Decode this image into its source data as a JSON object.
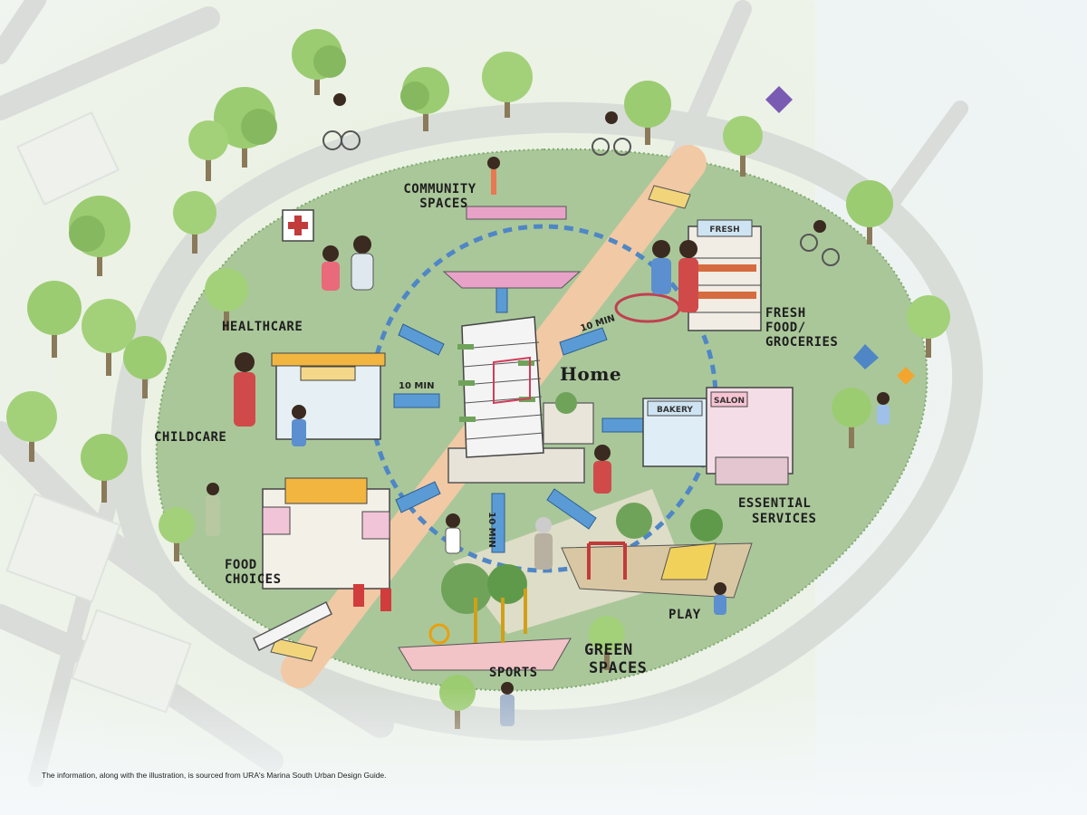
{
  "labels": {
    "community_spaces": [
      "COMMUNITY",
      "SPACES"
    ],
    "healthcare": "HEALTHCARE",
    "childcare": "CHILDCARE",
    "food_choices": [
      "FOOD",
      "CHOICES"
    ],
    "fresh_food": [
      "FRESH",
      "FOOD/",
      "GROCERIES"
    ],
    "essential_services": [
      "ESSENTIAL",
      "SERVICES"
    ],
    "play": "PLAY",
    "green_spaces": [
      "GREEN",
      "SPACES"
    ],
    "sports": "SPORTS",
    "home": "Home"
  },
  "walk_time": {
    "east": "10 MIN",
    "west": "10 MIN",
    "south": "10 MIN"
  },
  "shop_signs": {
    "fresh": "FRESH",
    "bakery": "BAKERY",
    "salon": "SALON"
  },
  "footnote": "The information, along with the illustration, is sourced from URA's Marina South Urban Design Guide.",
  "colors": {
    "park": "#aac79a",
    "ring_path": "#d8ddd8",
    "arrows": "#5b9bd5",
    "dashed_ring": "#4f86c6",
    "diagonal_road": "#f1c9a5"
  }
}
